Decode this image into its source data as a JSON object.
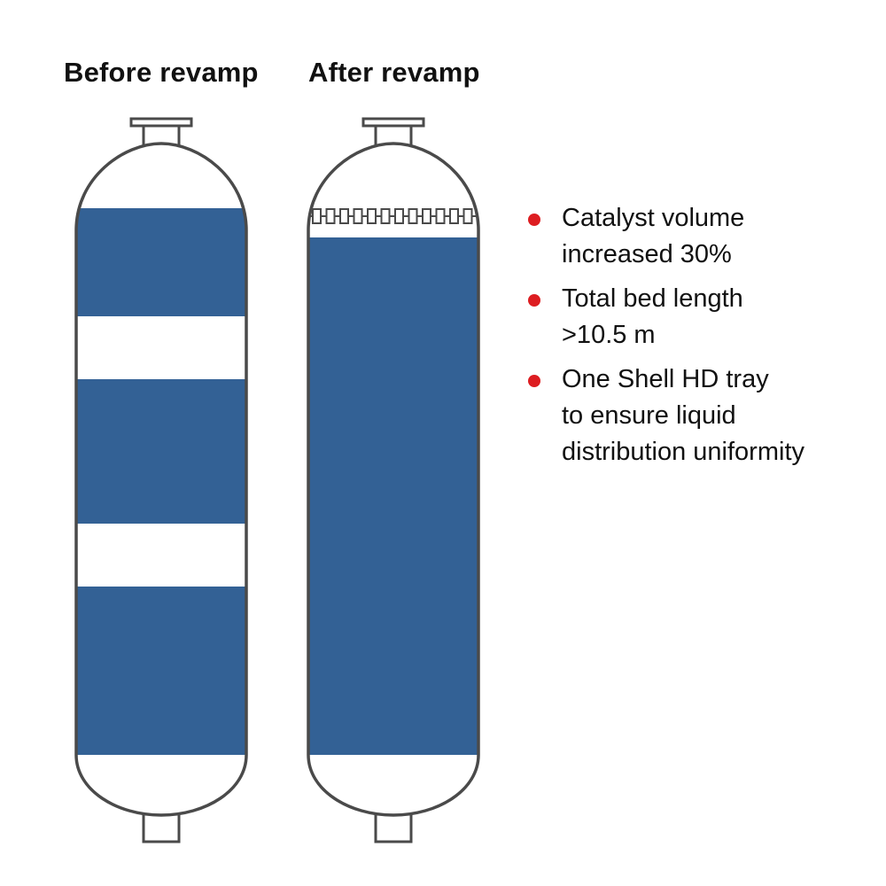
{
  "vessels": {
    "before": {
      "title": "Before revamp"
    },
    "after": {
      "title": "After revamp"
    }
  },
  "notes": [
    {
      "line1": "Catalyst volume",
      "line2": "increased 30%"
    },
    {
      "line1": "Total bed length",
      "line2": ">10.5 m"
    },
    {
      "line1": "One Shell HD tray",
      "line2": "to ensure liquid",
      "line3": "distribution uniformity"
    }
  ],
  "colors": {
    "catalyst": "#336195",
    "outline": "#4a4a4a",
    "bullet": "#dd1d21",
    "text": "#111111"
  },
  "icons": {
    "bullet": "red-dot-icon",
    "tray": "distribution-tray-icon"
  }
}
